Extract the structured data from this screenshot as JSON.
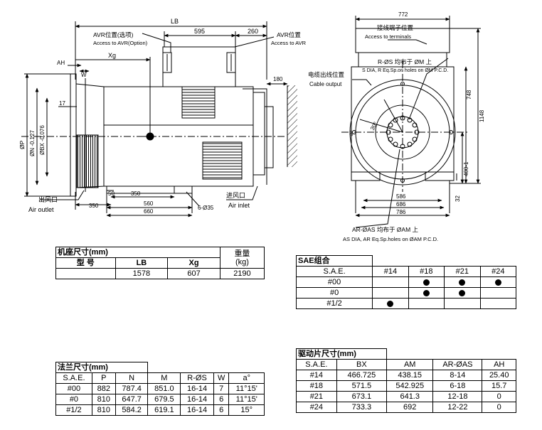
{
  "side_view": {
    "lb": "LB",
    "d595": "595",
    "d260": "260",
    "avr_pos_left_cn": "AVR位置(选项)",
    "avr_pos_left_en": "Access to AVR(Option)",
    "avr_pos_right_cn": "AVR位置",
    "avr_pos_right_en": "Access to AVR",
    "xg": "Xg",
    "ah": "AH",
    "w": "W",
    "d17": "17",
    "d180": "180",
    "qp": "ØP",
    "qn": "ØN -0.127",
    "qbx": "ØBX -0.076",
    "air_outlet_cn": "出风口",
    "air_outlet_en": "Air outlet",
    "air_inlet_cn": "进风口",
    "air_inlet_en": "Air inlet",
    "d50": "50",
    "d350a": "350",
    "d350b": "350",
    "d560": "560",
    "d660": "660",
    "holes": "6-Ø35"
  },
  "front_view": {
    "d772": "772",
    "terminal_cn": "接线端子位置",
    "terminal_en": "Access to terminals",
    "rs_cn": "R-ØS 均布于 ØM 上",
    "rs_en": "S DIA, R Eq.Sp.on holes on ØM P.C.D.",
    "cable_cn": "电缆出线位置",
    "cable_en": "Cable output",
    "d748": "748",
    "d1148": "1148",
    "d400": "400-1",
    "a_deg": "a°",
    "d30": "30°",
    "d32": "32",
    "d586": "586",
    "d686": "686",
    "d786": "786",
    "aras_cn": "AR-ØAS 均布于 ØAM 上",
    "aras_en": "AS DIA, AR Eq.Sp.holes on ØAM P.C.D."
  },
  "frame_table": {
    "title": "机座尺寸(mm)",
    "col_model": "型 号",
    "col_lb": "LB",
    "col_xg": "Xg",
    "col_weight": "重量",
    "col_weight_unit": "(kg)",
    "row": {
      "model": "",
      "lb": "1578",
      "xg": "607",
      "weight": "2190"
    }
  },
  "sae_table": {
    "title": "SAE组合",
    "headers": [
      "S.A.E.",
      "#14",
      "#18",
      "#21",
      "#24"
    ],
    "rows": [
      {
        "sae": "#00",
        "marks": [
          false,
          true,
          true,
          true
        ]
      },
      {
        "sae": "#0",
        "marks": [
          false,
          true,
          true,
          false
        ]
      },
      {
        "sae": "#1/2",
        "marks": [
          true,
          false,
          false,
          false
        ]
      }
    ]
  },
  "flange_table": {
    "title": "法兰尺寸(mm)",
    "headers": [
      "S.A.E.",
      "P",
      "N",
      "M",
      "R-ØS",
      "W",
      "a°"
    ],
    "rows": [
      [
        "#00",
        "882",
        "787.4",
        "851.0",
        "16-14",
        "7",
        "11°15'"
      ],
      [
        "#0",
        "810",
        "647.7",
        "679.5",
        "16-14",
        "6",
        "11°15'"
      ],
      [
        "#1/2",
        "810",
        "584.2",
        "619.1",
        "16-14",
        "6",
        "15°"
      ]
    ]
  },
  "drive_table": {
    "title": "驱动片尺寸(mm)",
    "headers": [
      "S.A.E.",
      "BX",
      "AM",
      "AR-ØAS",
      "AH"
    ],
    "rows": [
      [
        "#14",
        "466.725",
        "438.15",
        "8-14",
        "25.40"
      ],
      [
        "#18",
        "571.5",
        "542.925",
        "6-18",
        "15.7"
      ],
      [
        "#21",
        "673.1",
        "641.3",
        "12-18",
        "0"
      ],
      [
        "#24",
        "733.3",
        "692",
        "12-22",
        "0"
      ]
    ]
  }
}
